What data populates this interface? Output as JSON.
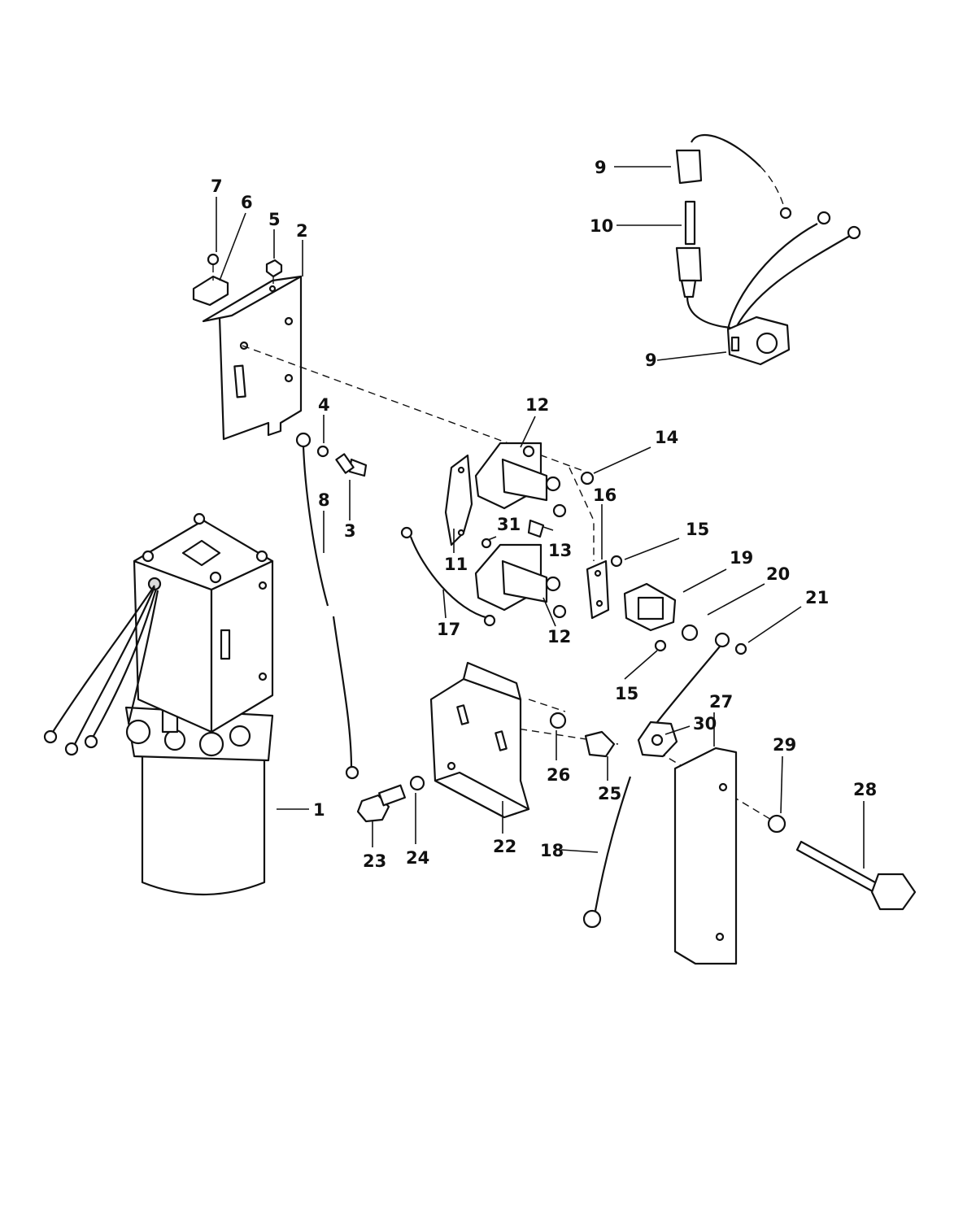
{
  "callouts": [
    {
      "id": "c1",
      "text": "1"
    },
    {
      "id": "c2",
      "text": "2"
    },
    {
      "id": "c3",
      "text": "3"
    },
    {
      "id": "c4",
      "text": "4"
    },
    {
      "id": "c5",
      "text": "5"
    },
    {
      "id": "c6",
      "text": "6"
    },
    {
      "id": "c7",
      "text": "7"
    },
    {
      "id": "c8",
      "text": "8"
    },
    {
      "id": "c9a",
      "text": "9"
    },
    {
      "id": "c9b",
      "text": "9"
    },
    {
      "id": "c10",
      "text": "10"
    },
    {
      "id": "c11",
      "text": "11"
    },
    {
      "id": "c12a",
      "text": "12"
    },
    {
      "id": "c12b",
      "text": "12"
    },
    {
      "id": "c13",
      "text": "13"
    },
    {
      "id": "c14",
      "text": "14"
    },
    {
      "id": "c15a",
      "text": "15"
    },
    {
      "id": "c15b",
      "text": "15"
    },
    {
      "id": "c16",
      "text": "16"
    },
    {
      "id": "c17",
      "text": "17"
    },
    {
      "id": "c18",
      "text": "18"
    },
    {
      "id": "c19",
      "text": "19"
    },
    {
      "id": "c20",
      "text": "20"
    },
    {
      "id": "c21",
      "text": "21"
    },
    {
      "id": "c22",
      "text": "22"
    },
    {
      "id": "c23",
      "text": "23"
    },
    {
      "id": "c24",
      "text": "24"
    },
    {
      "id": "c25",
      "text": "25"
    },
    {
      "id": "c26",
      "text": "26"
    },
    {
      "id": "c27",
      "text": "27"
    },
    {
      "id": "c28",
      "text": "28"
    },
    {
      "id": "c29",
      "text": "29"
    },
    {
      "id": "c30",
      "text": "30"
    },
    {
      "id": "c31",
      "text": "31"
    }
  ]
}
